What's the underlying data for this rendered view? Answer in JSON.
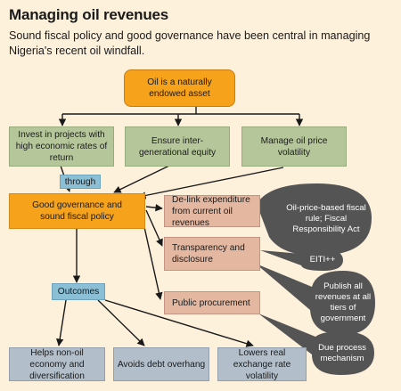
{
  "header": {
    "title": "Managing oil revenues",
    "subtitle": "Sound fiscal policy and good governance have been central in managing Nigeria's recent oil windfall."
  },
  "nodes": {
    "asset": "Oil is a naturally endowed asset",
    "invest": "Invest in projects with high economic rates of return",
    "equity": "Ensure inter-generational equity",
    "volatility": "Manage oil price volatility",
    "through": "through",
    "governance": "Good governance and sound fiscal policy",
    "delink": "De-link expenditure from current oil revenues",
    "transparency": "Transparency and disclosure",
    "procurement": "Public procurement",
    "outcomes": "Outcomes",
    "nonoil": "Helps non-oil economy and diversification",
    "debt": "Avoids debt overhang",
    "exchange": "Lowers real exchange rate volatility"
  },
  "bubbles": {
    "fiscal_rule": "Oil-price-based fiscal rule; Fiscal Responsibility Act",
    "eiti": "EITI++",
    "publish": "Publish all revenues at all tiers of government",
    "due_process": "Due process mechanism"
  },
  "colors": {
    "background": "#fdf1dc",
    "orange": "#f6a21b",
    "green": "#b5c79a",
    "blue": "#8bbfd6",
    "pink": "#e3b7a0",
    "gray": "#b2bfcb",
    "bubble": "#555555"
  }
}
